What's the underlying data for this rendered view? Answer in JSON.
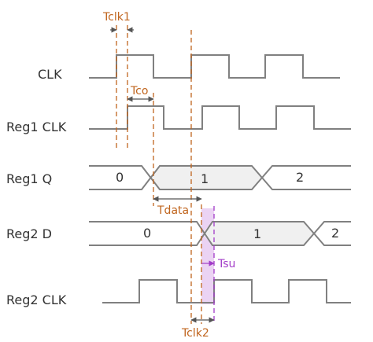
{
  "signals": [
    {
      "label": "CLK"
    },
    {
      "label": "Reg1 CLK"
    },
    {
      "label": "Reg1 Q",
      "values": [
        "0",
        "1",
        "2"
      ]
    },
    {
      "label": "Reg2 D",
      "values": [
        "0",
        "1",
        "2"
      ]
    },
    {
      "label": "Reg2 CLK"
    }
  ],
  "annotations": {
    "tclk1": "Tclk1",
    "tco": "Tco",
    "tdata": "Tdata",
    "tsu": "Tsu",
    "tclk2": "Tclk2"
  },
  "colors": {
    "waveform": "#808080",
    "timing": "#C0651E",
    "setup": "#A23CC8",
    "setup_fill": "#EBD3F3",
    "bus_fill": "#F0F0F0",
    "text": "#333333"
  }
}
